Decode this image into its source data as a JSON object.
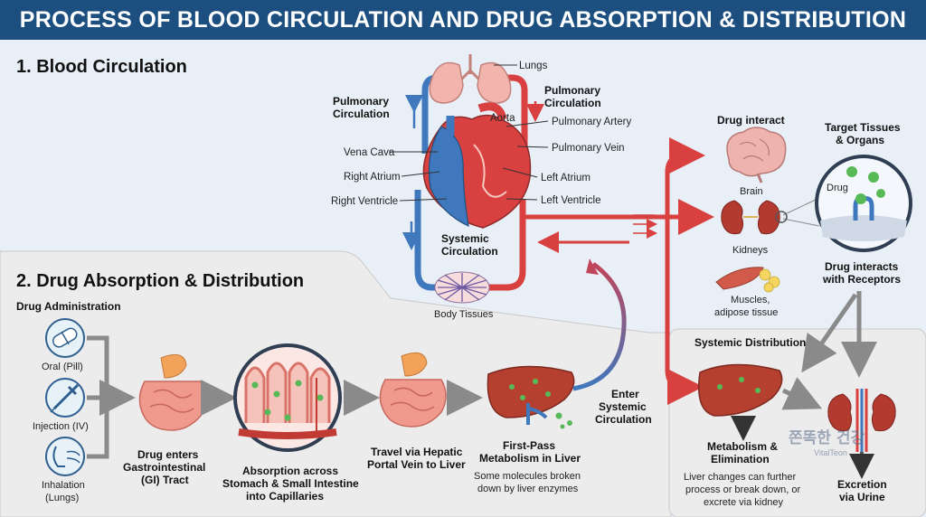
{
  "title": "PROCESS OF BLOOD CIRCULATION AND DRUG ABSORPTION & DISTRIBUTION",
  "section1": "1. Blood Circulation",
  "section2": "2. Drug Absorption & Distribution",
  "heart_labels": {
    "lungs": "Lungs",
    "pulmonary_left": [
      "Pulmonary",
      "Circulation"
    ],
    "pulmonary_right": [
      "Pulmonary",
      "Circulation"
    ],
    "aorta": "Aorta",
    "pulmonary_artery": "Pulmonary Artery",
    "pulmonary_vein": "Pulmonary Vein",
    "vena_cava": "Vena Cava",
    "right_atrium": "Right Atrium",
    "left_atrium": "Left Atrium",
    "right_ventricle": "Right Ventricle",
    "left_ventricle": "Left Ventricle",
    "systemic": [
      "Systemic",
      "Circulation"
    ],
    "body_tissues": "Body Tissues"
  },
  "targets": {
    "drug_interact": "Drug interact",
    "brain": "Brain",
    "kidneys": "Kidneys",
    "muscles": [
      "Muscles,",
      "adipose tissue"
    ],
    "target_tissues": [
      "Target Tissues",
      "& Organs"
    ],
    "drug": "Drug",
    "receptors": [
      "Drug interacts",
      "with Receptors"
    ]
  },
  "administration": {
    "heading": "Drug Administration",
    "oral": "Oral (Pill)",
    "injection": "Injection (IV)",
    "inhalation": [
      "Inhalation",
      "(Lungs)"
    ]
  },
  "steps": {
    "gi": [
      "Drug enters",
      "Gastrointestinal",
      "(GI) Tract"
    ],
    "absorption": [
      "Absorption across",
      "Stomach & Small Intestine",
      "into Capillaries"
    ],
    "portal": [
      "Travel via Hepatic",
      "Portal Vein to Liver"
    ],
    "firstpass": [
      "First-Pass",
      "Metabolism in Liver"
    ],
    "firstpass_note": [
      "Some molecules broken",
      "down by liver enzymes"
    ],
    "enter": [
      "Enter",
      "Systemic",
      "Circulation"
    ]
  },
  "systemic_distribution": {
    "heading": "Systemic Distribution",
    "metabolism": [
      "Metabolism &",
      "Elimination"
    ],
    "metabolism_note": [
      "Liver changes can further",
      "process or break down, or",
      "excrete via kidney"
    ],
    "excretion": [
      "Excretion",
      "via Urine"
    ]
  },
  "watermark": [
    "쫀똑한 건강",
    "VitalTeon"
  ],
  "colors": {
    "banner": "#1c4f80",
    "blood_red": "#d8413f",
    "blood_blue": "#3f78bd",
    "panel": "#ededed",
    "light_bg": "#e6eef7"
  }
}
